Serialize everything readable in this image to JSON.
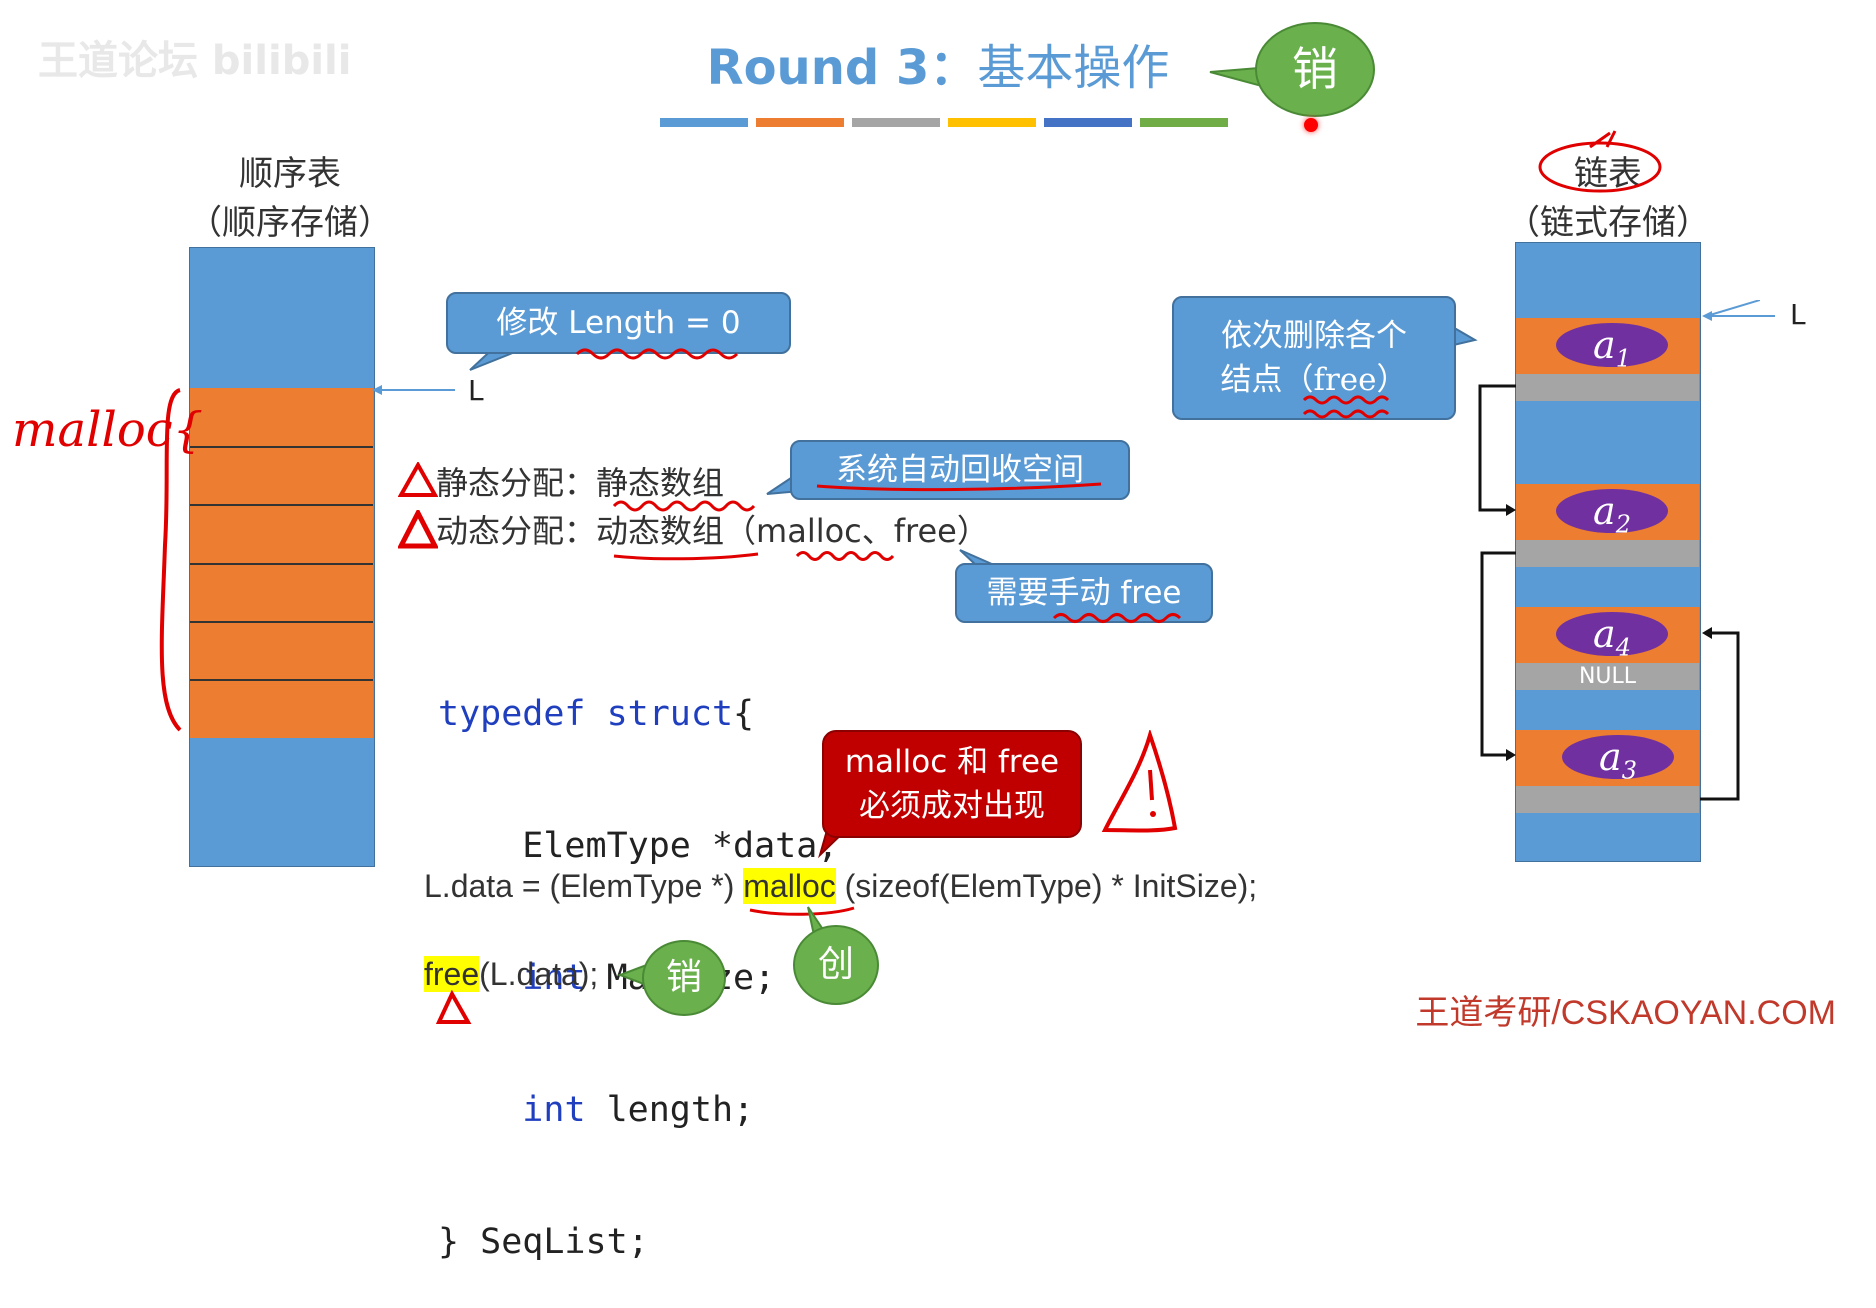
{
  "watermark": "王道论坛 bilibili",
  "title": {
    "prefix": "Round 3：",
    "chinese": "基本操作"
  },
  "bubble_top": "销",
  "seq_heading": {
    "line1": "顺序表",
    "line2": "（顺序存储）"
  },
  "link_heading": {
    "line1": "链表",
    "line2": "（链式存储）"
  },
  "callouts": {
    "length": "修改 Length = 0",
    "auto_free": "系统自动回收空间",
    "manual_free": "需要手动 free",
    "nodes_line1": "依次删除各个",
    "nodes_line2": "结点（free）",
    "pair_line1": "malloc 和 free",
    "pair_line2": "必须成对出现"
  },
  "static_line": {
    "label": "静态分配：",
    "value": "静态数组"
  },
  "dynamic_line": {
    "label": "动态分配：",
    "value": "动态数组",
    "extra": "（malloc、free）"
  },
  "code": {
    "line1_kw1": "typedef",
    "line1_kw2": "struct",
    "line1_rest": "{",
    "line2": "    ElemType *data;",
    "line3_kw": "int",
    "line3_rest": " MaxSize;",
    "line4_kw": "int",
    "line4_rest": " length;",
    "line5": "} SeqList;"
  },
  "malloc_line": {
    "before": "L.data = (ElemType *) ",
    "highlight": "malloc",
    "after": " (sizeof(ElemType) * InitSize);"
  },
  "free_line": {
    "highlight": "free",
    "after": "(L.data);"
  },
  "bubble_free": "销",
  "bubble_malloc": "创",
  "pointer_L_left": "L",
  "pointer_L_right": "L",
  "annotation_malloc": "malloc{",
  "nodes": [
    "a1",
    "a2",
    "a4",
    "a3"
  ],
  "null_label": "NULL",
  "footer": "王道考研/CSKAOYAN.COM",
  "colors": {
    "blue": "#5b9bd5",
    "orange": "#ed7d31",
    "gray": "#a5a5a5",
    "green": "#70ad47",
    "purple": "#7030a0",
    "red": "#e00000"
  }
}
